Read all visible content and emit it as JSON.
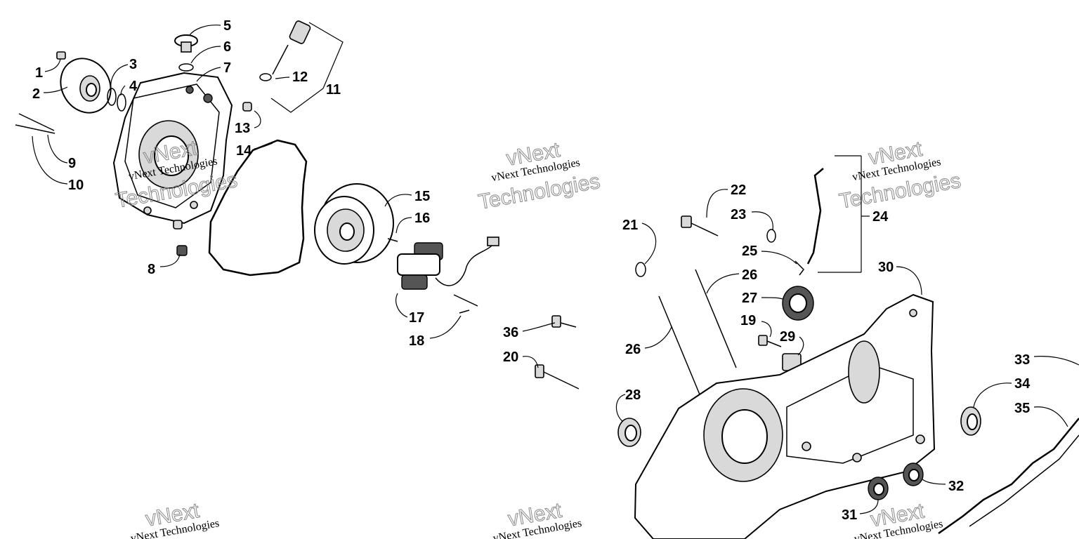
{
  "watermark": {
    "line1": "vNext Technologies",
    "outline_top": "vNext",
    "outline_bottom": "Technologies"
  },
  "callouts": [
    "1",
    "2",
    "3",
    "4",
    "5",
    "6",
    "7",
    "8",
    "9",
    "10",
    "11",
    "12",
    "13",
    "14",
    "15",
    "16",
    "17",
    "18",
    "19",
    "20",
    "21",
    "22",
    "23",
    "24",
    "25",
    "26",
    "26",
    "27",
    "28",
    "29",
    "30",
    "31",
    "32",
    "33",
    "34",
    "35",
    "36"
  ],
  "colors": {
    "ink": "#000000",
    "watermark_outline": "#8a8a8a",
    "background": "#ffffff"
  }
}
